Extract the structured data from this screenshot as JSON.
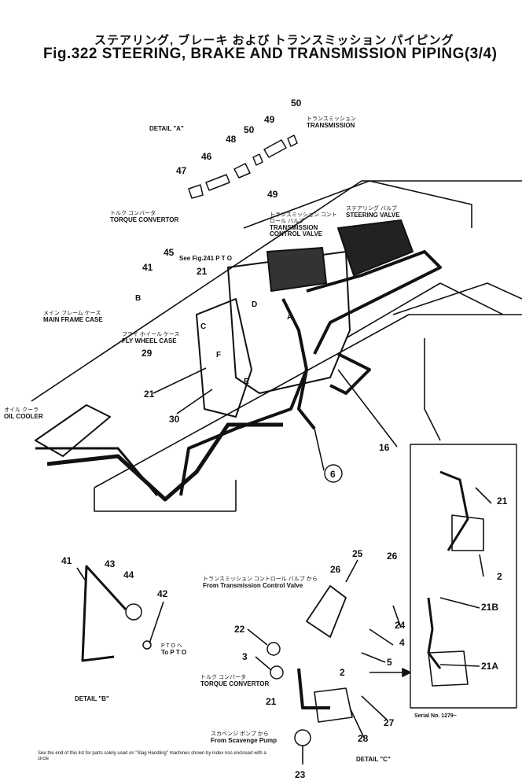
{
  "title": {
    "jp": "ステアリング, ブレーキ および トランスミッション パイピング",
    "en": "Fig.322 STEERING, BRAKE AND TRANSMISSION PIPING(3/4)"
  },
  "labels": {
    "detail_a": "DETAIL \"A\"",
    "transmission": "TRANSMISSION",
    "transmission_jp": "トランスミッション",
    "torque_convertor": "TORQUE CONVERTOR",
    "torque_convertor_jp": "トルク コンバータ",
    "transmission_control_valve": "TRANSMISSION CONTROL VALVE",
    "transmission_control_valve_jp": "トランスミッション コントロール バルブ",
    "steering_valve": "STEERING VALVE",
    "steering_valve_jp": "ステアリング バルブ",
    "see_fig": "See Fig.241 P T O",
    "main_frame_case": "MAIN FRAME CASE",
    "main_frame_case_jp": "メイン フレーム ケース",
    "fly_wheel_case": "FLY WHEEL CASE",
    "fly_wheel_case_jp": "フライ ホイール ケース",
    "oil_cooler": "OIL COOLER",
    "oil_cooler_jp": "オイル クーラ",
    "to_pto": "To P T O",
    "to_pto_jp": "P T O へ",
    "detail_b": "DETAIL \"B\"",
    "from_tcv": "From Transmission Control Valve",
    "from_tcv_jp": "トランスミッション コントロール バルブ から",
    "torque_convertor2": "TORQUE CONVERTOR",
    "from_scavenge": "From Scavenge Pump",
    "from_scavenge_jp": "スカベンジ ポンプ から",
    "detail_c": "DETAIL \"C\"",
    "serial_no": "Serial No. 1279~",
    "footnote": "See the end of this list for parts solely used on \"Slag Handling\" machines shown by index nos enclosed with a circle"
  },
  "part_numbers": {
    "n50a": "50",
    "n49a": "49",
    "n50b": "50",
    "n48": "48",
    "n46": "46",
    "n47": "47",
    "n49b": "49",
    "n45": "45",
    "n41a": "41",
    "n21a": "21",
    "n29": "29",
    "n21b": "21",
    "n30": "30",
    "n16": "16",
    "n6": "6",
    "n21c": "21",
    "n2a": "2",
    "n21b_2": "21B",
    "n21a_2": "21A",
    "n41b": "41",
    "n43": "43",
    "n44": "44",
    "n42": "42",
    "n25": "25",
    "n26a": "26",
    "n26b": "26",
    "n24": "24",
    "n22": "22",
    "n3": "3",
    "n4": "4",
    "n5": "5",
    "n2b": "2",
    "n21d": "21",
    "n27": "27",
    "n28": "28",
    "n23": "23"
  },
  "callouts": {
    "a": "A",
    "b": "B",
    "c": "C",
    "d": "D",
    "e": "E",
    "f": "F"
  }
}
